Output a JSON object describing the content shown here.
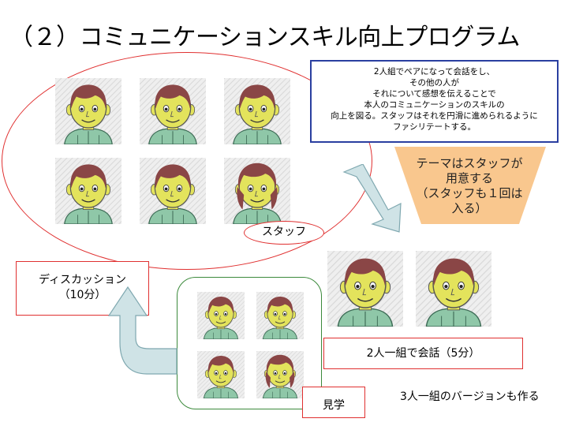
{
  "title": "（２）コミュニケーションスキル向上プログラム",
  "description_lines": [
    "2人組でペアになって会話をし、",
    "その他の人が",
    "それについて感想を伝えることで",
    "本人のコミュニケーションのスキルの",
    "向上を図る。スタッフはそれを円滑に進められるように",
    "ファシリテートする。"
  ],
  "theme_note": [
    "テーマはスタッフが",
    "用意する",
    "（スタッフも１回は",
    "入る）"
  ],
  "labels": {
    "staff": "スタッフ",
    "discussion_line1": "ディスカッション",
    "discussion_line2": "（10分）",
    "pair_talk": "2人一組で会話（5分）",
    "observation": "見学",
    "three_person_version": "3人一組のバージョンも作る"
  },
  "colors": {
    "red_outline": "#e03030",
    "green_outline": "#3c8a3c",
    "blue_outline": "#2a3fa0",
    "arrow_fill": "#cfe3e6",
    "arrow_stroke": "#7fa8b0",
    "theme_fill": "#f9c78e",
    "face_fill": "#e3e35c",
    "hair_fill": "#8a4646",
    "shirt_fill": "#8fc7a8"
  },
  "people": [
    {
      "group": "main",
      "icon": "man-icon"
    },
    {
      "group": "main",
      "icon": "man-icon"
    },
    {
      "group": "main",
      "icon": "man-icon"
    },
    {
      "group": "main",
      "icon": "man-icon"
    },
    {
      "group": "main",
      "icon": "man-icon"
    },
    {
      "group": "main",
      "icon": "woman-icon"
    },
    {
      "group": "pair",
      "icon": "man-icon"
    },
    {
      "group": "pair",
      "icon": "man-icon"
    },
    {
      "group": "observers",
      "icon": "man-icon"
    },
    {
      "group": "observers",
      "icon": "man-icon"
    },
    {
      "group": "observers",
      "icon": "man-icon"
    },
    {
      "group": "observers",
      "icon": "woman-icon"
    }
  ]
}
